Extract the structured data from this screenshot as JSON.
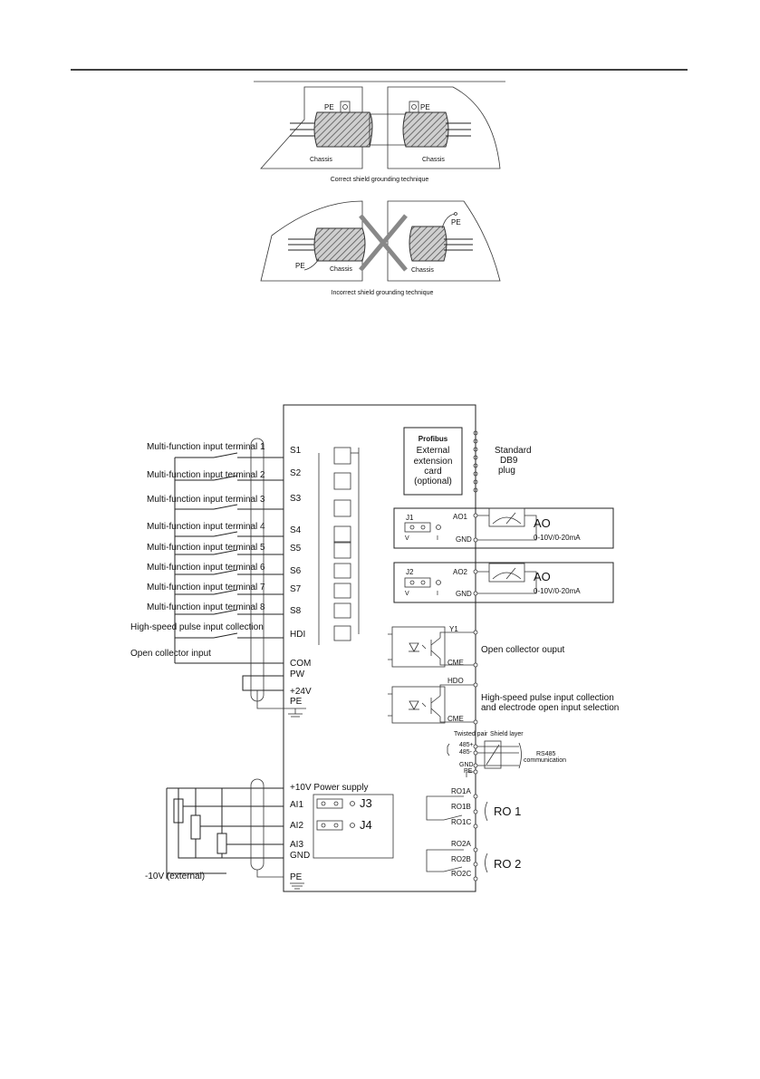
{
  "shield_figure": {
    "correct": {
      "pe_left": "PE",
      "pe_right": "PE",
      "chassis_left": "Chassis",
      "chassis_right": "Chassis",
      "caption": "Correct shield grounding technique"
    },
    "incorrect": {
      "pe_left": "PE",
      "pe_right": "PE",
      "chassis_left": "Chassis",
      "chassis_right": "Chassis",
      "caption": "Incorrect shield grounding technique"
    }
  },
  "wiring": {
    "input_labels": [
      "Multi-function input terminal 1",
      "Multi-function input terminal 2",
      "Multi-function input terminal 3",
      "Multi-function input terminal 4",
      "Multi-function input terminal 5",
      "Multi-function input terminal 6",
      "Multi-function input terminal 7",
      "Multi-function input terminal 8",
      "High-speed pulse input collection",
      "Open collector input"
    ],
    "left_terminals": [
      "S1",
      "S2",
      "S3",
      "S4",
      "S5",
      "S6",
      "S7",
      "S8",
      "HDI",
      "COM",
      "PW",
      "+24V",
      "PE"
    ],
    "analog_terminals": [
      "+10V Power supply",
      "AI1",
      "AI2",
      "AI3",
      "GND",
      "PE"
    ],
    "ext_10v": "-10V (external)",
    "jumpers": {
      "j3": "J3",
      "j4": "J4",
      "j1": "J1",
      "j2": "J2",
      "v": "V",
      "i": "I"
    },
    "profibus": {
      "title": "Profibus",
      "line1": "External",
      "line2": "extension",
      "line3": "card",
      "line4": "(optional)",
      "std1": "Standard",
      "std2": "DB9",
      "std3": "plug"
    },
    "ao1": {
      "term": "AO1",
      "gnd": "GND",
      "name": "AO",
      "range": "0-10V/0-20mA"
    },
    "ao2": {
      "term": "AO2",
      "gnd": "GND",
      "name": "AO",
      "range": "0-10V/0-20mA"
    },
    "y1": {
      "term": "Y1",
      "cme": "CME",
      "desc": "Open collector ouput"
    },
    "hdo": {
      "term": "HDO",
      "cme": "CME",
      "desc1": "High-speed pulse input collection",
      "desc2": "and electrode open input selection"
    },
    "rs485": {
      "pos": "485+",
      "neg": "485-",
      "gnd": "GND",
      "pe": "PE",
      "twisted": "Twisted pair",
      "shield": "Shield layer",
      "comm1": "RS485",
      "comm2": "communication"
    },
    "relays": {
      "ro1": [
        "RO1A",
        "RO1B",
        "RO1C"
      ],
      "ro1_name": "RO 1",
      "ro2": [
        "RO2A",
        "RO2B",
        "RO2C"
      ],
      "ro2_name": "RO 2"
    }
  }
}
